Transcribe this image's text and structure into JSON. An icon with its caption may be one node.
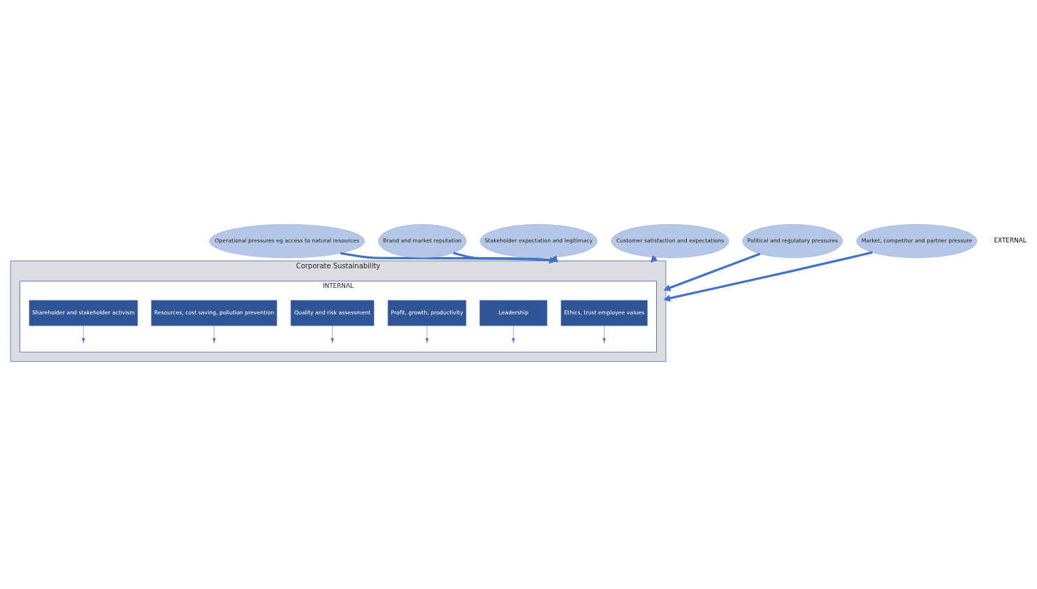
{
  "diagram": {
    "nodes": [
      {
        "text": [
          "Corporate Sustainability"
        ]
      },
      {
        "text": [
          "INTERNAL"
        ],
        "in": 0
      },
      {
        "text": [
          "Ethics, trust employee values"
        ],
        "in": 1
      },
      {
        "text": [
          "Leadership"
        ],
        "in": 1
      },
      {
        "text": [
          "Profit, growth, productivity"
        ],
        "in": 1
      },
      {
        "text": [
          "Quality and risk assessment"
        ],
        "in": 1
      },
      {
        "text": [
          "Resources, cost saving, pollution prevention"
        ],
        "in": 1
      },
      {
        "text": [
          "Shareholder and stakeholder activism"
        ],
        "in": 1
      },
      {
        "text": [
          "Operational pressures eg access to natural resources"
        ]
      },
      {
        "text": [
          "Brand and market reputation"
        ]
      },
      {
        "text": [
          "Stakeholder expectation and legitimacy"
        ]
      },
      {
        "text": [
          "Customer satisfaction and expectations"
        ]
      },
      {
        "text": [
          "Political and regulatory pressures"
        ]
      },
      {
        "text": [
          "Market, competitor and partner pressure"
        ]
      }
    ],
    "edges": [
      {
        "from": 2,
        "to": null,
        "arrow": "to"
      },
      {
        "from": 3,
        "to": null,
        "arrow": "to"
      },
      {
        "from": 4,
        "to": null,
        "arrow": "to"
      },
      {
        "from": 5,
        "to": null,
        "arrow": "to"
      },
      {
        "from": 6,
        "to": null,
        "arrow": "to"
      },
      {
        "from": 7,
        "to": null,
        "arrow": "to"
      },
      {
        "from": 8,
        "to": 0,
        "arrow": "to",
        "style": "thick"
      },
      {
        "from": 9,
        "to": 0,
        "arrow": "to",
        "style": "thick"
      },
      {
        "from": 10,
        "to": 0,
        "arrow": "to",
        "style": "thick"
      },
      {
        "from": 11,
        "to": 0,
        "arrow": "to",
        "style": "thick"
      },
      {
        "from": 12,
        "to": 0,
        "arrow": "to",
        "style": "thick"
      },
      {
        "from": 13,
        "to": 0,
        "arrow": "to",
        "style": "thick"
      }
    ],
    "labels": [
      "EXTERNAL"
    ]
  }
}
